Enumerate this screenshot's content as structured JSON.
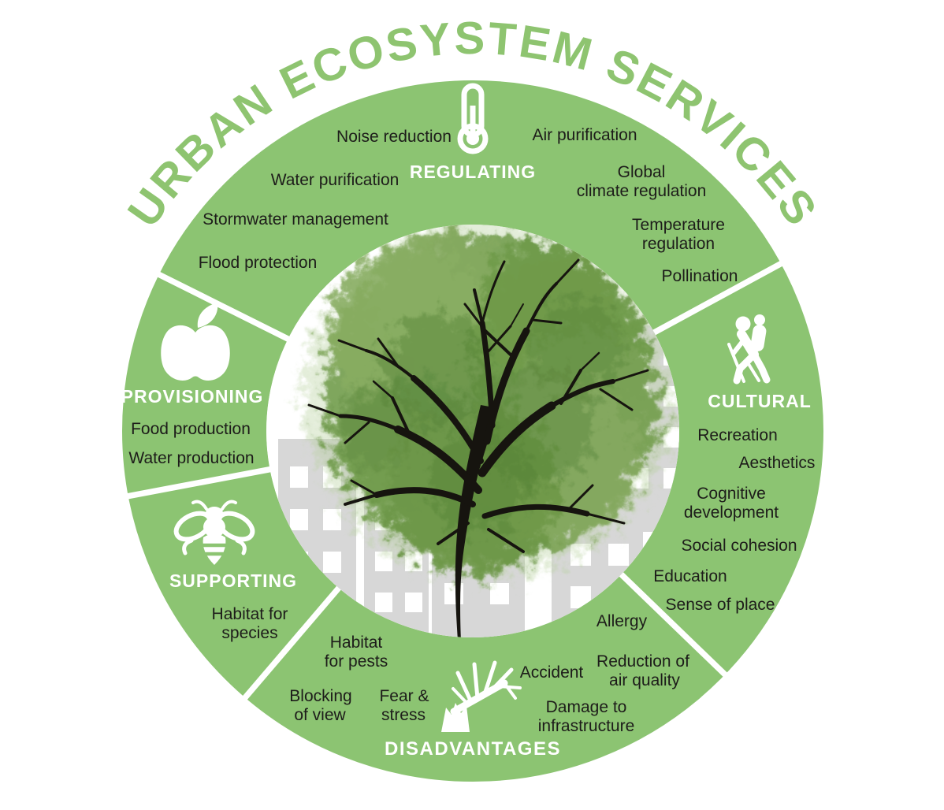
{
  "title": "URBAN ECOSYSTEM SERVICES",
  "colors": {
    "ring_green": "#8cc472",
    "title_green": "#8ec470",
    "header_text": "#ffffff",
    "item_text": "#1d1c1a",
    "building_gray": "#d7d7d7",
    "window_white": "#ffffff",
    "foliage_green": "#76a152",
    "trunk_black": "#16140f"
  },
  "center_illustration": {
    "description": "Deciduous tree in front of gray city buildings with white windows",
    "icons": [
      "tree-illustration",
      "buildings-illustration"
    ]
  },
  "sections": {
    "regulating": {
      "label": "REGULATING",
      "icon": "thermometer-icon",
      "items": [
        [
          "Noise reduction"
        ],
        [
          "Air purification"
        ],
        [
          "Water purification"
        ],
        [
          "Global",
          "climate regulation"
        ],
        [
          "Stormwater management"
        ],
        [
          "Temperature",
          "regulation"
        ],
        [
          "Flood protection"
        ],
        [
          "Pollination"
        ]
      ]
    },
    "cultural": {
      "label": "CULTURAL",
      "icon": "hiker-icon",
      "items": [
        [
          "Recreation"
        ],
        [
          "Aesthetics"
        ],
        [
          "Cognitive",
          "development"
        ],
        [
          "Social cohesion"
        ],
        [
          "Education"
        ],
        [
          "Sense of place"
        ]
      ]
    },
    "provisioning": {
      "label": "PROVISIONING",
      "icon": "apple-icon",
      "items": [
        [
          "Food production"
        ],
        [
          "Water production"
        ]
      ]
    },
    "supporting": {
      "label": "SUPPORTING",
      "icon": "bee-icon",
      "items": [
        [
          "Habitat for",
          "species"
        ]
      ]
    },
    "disadvantages": {
      "label": "DISADVANTAGES",
      "icon": "fallen-tree-icon",
      "items": [
        [
          "Habitat",
          "for pests"
        ],
        [
          "Blocking",
          "of view"
        ],
        [
          "Fear &",
          "stress"
        ],
        [
          "Accident"
        ],
        [
          "Allergy"
        ],
        [
          "Reduction of",
          "air quality"
        ],
        [
          "Damage to",
          "infrastructure"
        ]
      ]
    }
  }
}
